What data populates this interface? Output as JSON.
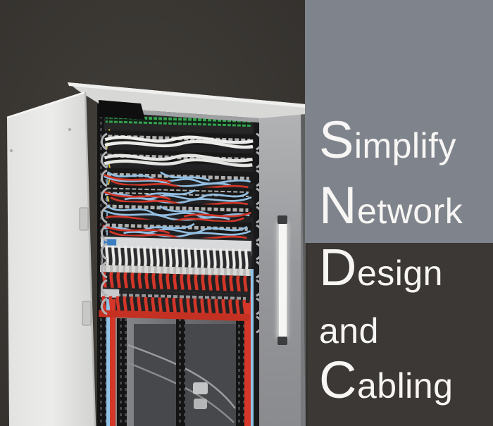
{
  "page": {
    "background_color": "#3b3835",
    "panel_color": "#7f848c",
    "text_color": "#f7f6f4",
    "alt": "open network rack cabinet filled with patch panels and white, blue and red patch cables"
  },
  "headline": {
    "lines": [
      {
        "lead": "S",
        "rest": "implify"
      },
      {
        "lead": "N",
        "rest": "etwork"
      },
      {
        "lead": "D",
        "rest": "esign"
      },
      {
        "lead": "",
        "rest": "and"
      },
      {
        "lead": "C",
        "rest": "abling"
      }
    ]
  },
  "scene_colors": {
    "cabinet_white": "#e6e6e4",
    "side_panel_gray": "#9a9b9e",
    "cable_blue": "#93bfe2",
    "cable_red": "#d43628",
    "cable_white": "#eaeae8",
    "connector_green": "#35a24e",
    "led_bar_white": "#f6f7f5"
  }
}
